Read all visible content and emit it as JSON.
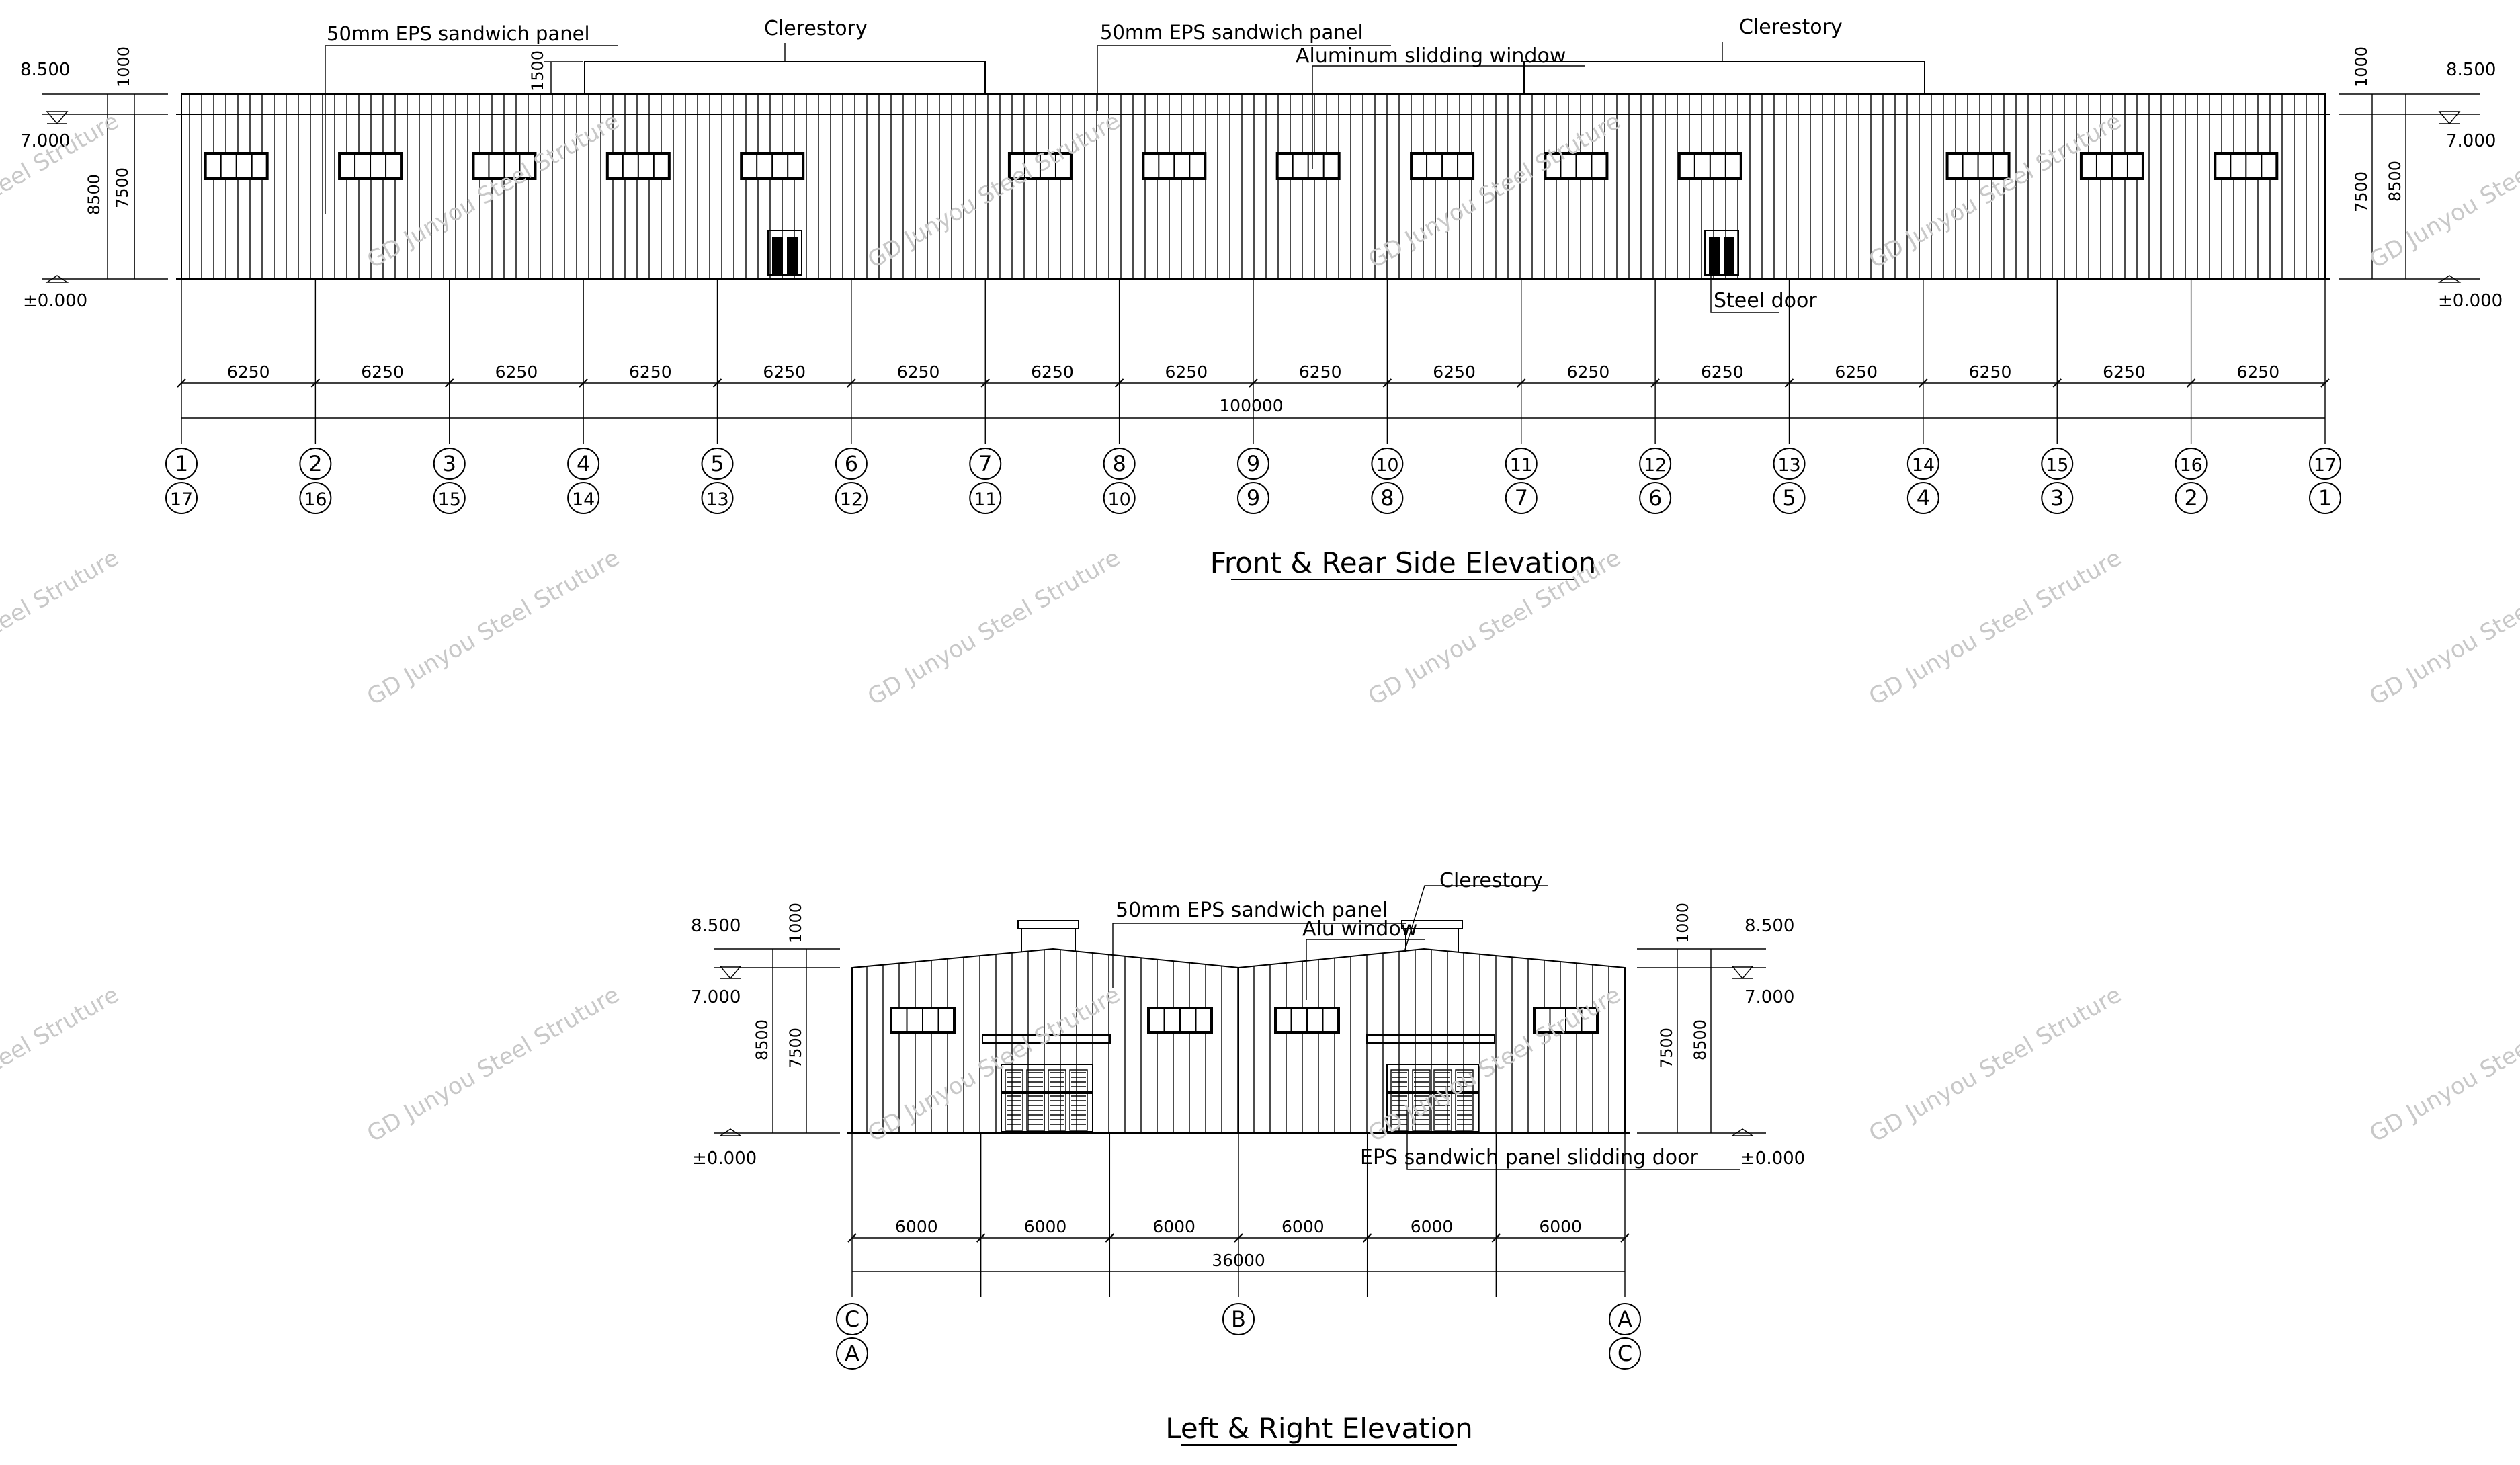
{
  "front": {
    "title": "Front & Rear Side Elevation",
    "label_eps": "50mm EPS sandwich panel",
    "label_clerestory": "Clerestory",
    "label_window": "Aluminum slidding window",
    "label_door": "Steel door",
    "dim_1000": "1000",
    "dim_1500": "1500",
    "dim_7500": "7500",
    "dim_8500": "8500",
    "elev_top": "8.500",
    "elev_eave": "7.000",
    "elev_ground": "±0.000",
    "bay_value": "6250",
    "bay_count": 16,
    "total": "100000",
    "grid_top": [
      "1",
      "2",
      "3",
      "4",
      "5",
      "6",
      "7",
      "8",
      "9",
      "10",
      "11",
      "12",
      "13",
      "14",
      "15",
      "16",
      "17"
    ],
    "grid_bottom": [
      "17",
      "16",
      "15",
      "14",
      "13",
      "12",
      "11",
      "10",
      "9",
      "8",
      "7",
      "6",
      "5",
      "4",
      "3",
      "2",
      "1"
    ]
  },
  "side": {
    "title": "Left & Right Elevation",
    "label_eps": "50mm EPS sandwich panel",
    "label_clerestory": "Clerestory",
    "label_window": "Alu window",
    "label_door": "EPS sandwich panel slidding door",
    "dim_1000": "1000",
    "dim_7500": "7500",
    "dim_8500": "8500",
    "elev_top": "8.500",
    "elev_eave": "7.000",
    "elev_ground": "±0.000",
    "bay_value": "6000",
    "bay_count": 6,
    "total": "36000",
    "grid_top": [
      "C",
      "B",
      "A"
    ],
    "grid_bottom": [
      "A",
      "C"
    ]
  },
  "watermark": "GD Junyou Steel Struture"
}
